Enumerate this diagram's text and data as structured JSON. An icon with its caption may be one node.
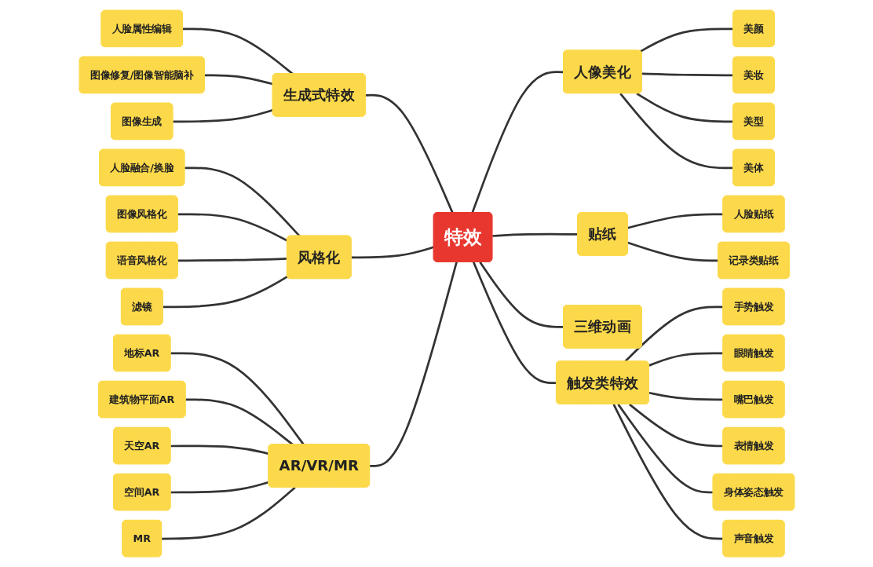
{
  "diagram": {
    "nodes": [
      {
        "text": [
          "特效"
        ]
      },
      {
        "text": [
          "生成式特效"
        ]
      },
      {
        "text": [
          "人脸属性编辑"
        ]
      },
      {
        "text": [
          "图像修复/图像智能脑补"
        ]
      },
      {
        "text": [
          "图像生成"
        ]
      },
      {
        "text": [
          "风格化"
        ]
      },
      {
        "text": [
          "人脸融合/换脸"
        ]
      },
      {
        "text": [
          "图像风格化"
        ]
      },
      {
        "text": [
          "语音风格化"
        ]
      },
      {
        "text": [
          "滤镜"
        ]
      },
      {
        "text": [
          "AR/VR/MR"
        ]
      },
      {
        "text": [
          "地标AR"
        ]
      },
      {
        "text": [
          "建筑物平面AR"
        ]
      },
      {
        "text": [
          "天空AR"
        ]
      },
      {
        "text": [
          "空间AR"
        ]
      },
      {
        "text": [
          "MR"
        ]
      },
      {
        "text": [
          "人像美化"
        ]
      },
      {
        "text": [
          "美颜"
        ]
      },
      {
        "text": [
          "美妆"
        ]
      },
      {
        "text": [
          "美型"
        ]
      },
      {
        "text": [
          "美体"
        ]
      },
      {
        "text": [
          "贴纸"
        ]
      },
      {
        "text": [
          "人脸贴纸"
        ]
      },
      {
        "text": [
          "记录类贴纸"
        ]
      },
      {
        "text": [
          "三维动画"
        ]
      },
      {
        "text": [
          "触发类特效"
        ]
      },
      {
        "text": [
          "手势触发"
        ]
      },
      {
        "text": [
          "眼睛触发"
        ]
      },
      {
        "text": [
          "嘴巴触发"
        ]
      },
      {
        "text": [
          "表情触发"
        ]
      },
      {
        "text": [
          "身体姿态触发"
        ]
      },
      {
        "text": [
          "声音触发"
        ]
      }
    ],
    "edges": [
      {
        "from": 0,
        "to": 1,
        "arrow": "none"
      },
      {
        "from": 1,
        "to": 2,
        "arrow": "none"
      },
      {
        "from": 1,
        "to": 3,
        "arrow": "none"
      },
      {
        "from": 1,
        "to": 4,
        "arrow": "none"
      },
      {
        "from": 0,
        "to": 5,
        "arrow": "none"
      },
      {
        "from": 5,
        "to": 6,
        "arrow": "none"
      },
      {
        "from": 5,
        "to": 7,
        "arrow": "none"
      },
      {
        "from": 5,
        "to": 8,
        "arrow": "none"
      },
      {
        "from": 5,
        "to": 9,
        "arrow": "none"
      },
      {
        "from": 0,
        "to": 10,
        "arrow": "none"
      },
      {
        "from": 10,
        "to": 11,
        "arrow": "none"
      },
      {
        "from": 10,
        "to": 12,
        "arrow": "none"
      },
      {
        "from": 10,
        "to": 13,
        "arrow": "none"
      },
      {
        "from": 10,
        "to": 14,
        "arrow": "none"
      },
      {
        "from": 10,
        "to": 15,
        "arrow": "none"
      },
      {
        "from": 0,
        "to": 16,
        "arrow": "none"
      },
      {
        "from": 16,
        "to": 17,
        "arrow": "none"
      },
      {
        "from": 16,
        "to": 18,
        "arrow": "none"
      },
      {
        "from": 16,
        "to": 19,
        "arrow": "none"
      },
      {
        "from": 16,
        "to": 20,
        "arrow": "none"
      },
      {
        "from": 0,
        "to": 21,
        "arrow": "none"
      },
      {
        "from": 21,
        "to": 22,
        "arrow": "none"
      },
      {
        "from": 21,
        "to": 23,
        "arrow": "none"
      },
      {
        "from": 0,
        "to": 24,
        "arrow": "none"
      },
      {
        "from": 0,
        "to": 25,
        "arrow": "none"
      },
      {
        "from": 25,
        "to": 26,
        "arrow": "none"
      },
      {
        "from": 25,
        "to": 27,
        "arrow": "none"
      },
      {
        "from": 25,
        "to": 28,
        "arrow": "none"
      },
      {
        "from": 25,
        "to": 29,
        "arrow": "none"
      },
      {
        "from": 25,
        "to": 30,
        "arrow": "none"
      },
      {
        "from": 25,
        "to": 31,
        "arrow": "none"
      }
    ]
  }
}
